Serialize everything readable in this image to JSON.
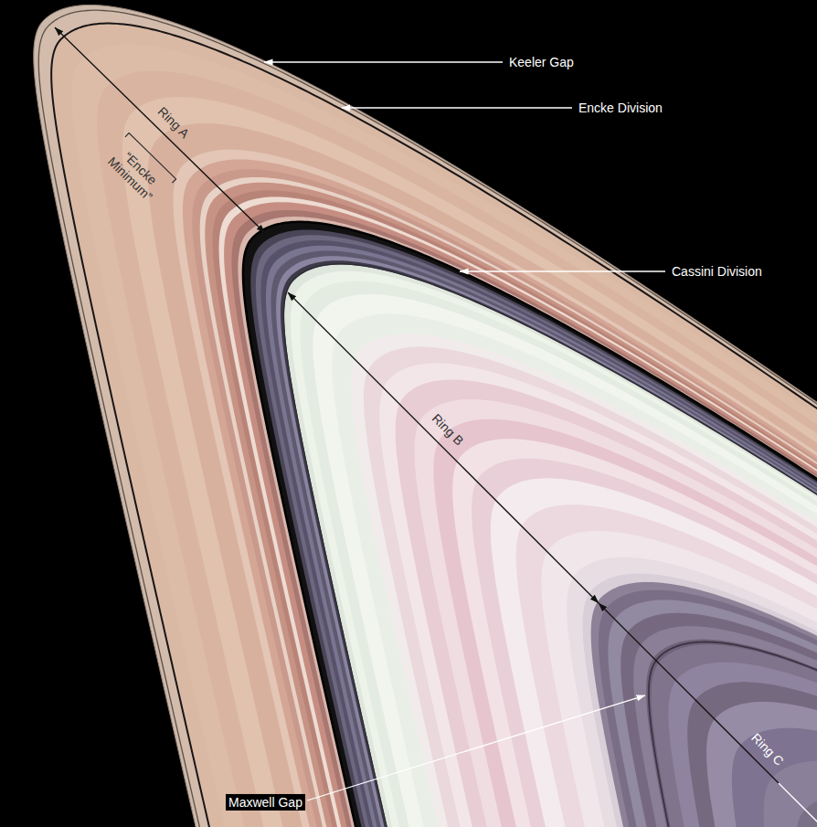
{
  "diagram": {
    "labels": [
      "Keeler Gap",
      "Encke Division",
      "Ring A",
      "“Encke Minimum”",
      "Cassini Division",
      "Ring B",
      "Maxwell Gap",
      "Ring C"
    ]
  }
}
